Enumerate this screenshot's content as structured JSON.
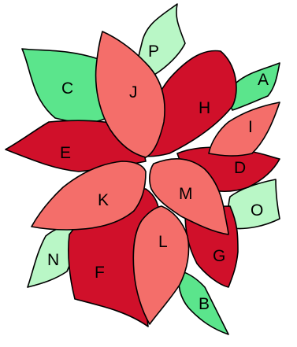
{
  "colors": {
    "dark_red": "#d0102a",
    "salmon": "#f46e6a",
    "green": "#5be58c",
    "pale_green": "#b9f7c6",
    "outline": "#000000"
  },
  "petals": [
    {
      "id": "A",
      "label": "A",
      "color": "green"
    },
    {
      "id": "B",
      "label": "B",
      "color": "green"
    },
    {
      "id": "C",
      "label": "C",
      "color": "green"
    },
    {
      "id": "D",
      "label": "D",
      "color": "dark_red"
    },
    {
      "id": "E",
      "label": "E",
      "color": "dark_red"
    },
    {
      "id": "F",
      "label": "F",
      "color": "dark_red"
    },
    {
      "id": "G",
      "label": "G",
      "color": "dark_red"
    },
    {
      "id": "H",
      "label": "H",
      "color": "dark_red"
    },
    {
      "id": "I",
      "label": "I",
      "color": "salmon"
    },
    {
      "id": "J",
      "label": "J",
      "color": "salmon"
    },
    {
      "id": "K",
      "label": "K",
      "color": "salmon"
    },
    {
      "id": "L",
      "label": "L",
      "color": "salmon"
    },
    {
      "id": "M",
      "label": "M",
      "color": "salmon"
    },
    {
      "id": "N",
      "label": "N",
      "color": "pale_green"
    },
    {
      "id": "O",
      "label": "O",
      "color": "pale_green"
    },
    {
      "id": "P",
      "label": "P",
      "color": "pale_green"
    }
  ]
}
